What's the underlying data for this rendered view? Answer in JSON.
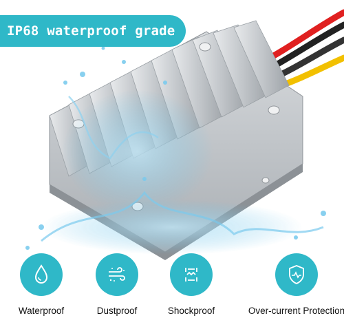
{
  "banner": {
    "title": "IP68  waterproof  grade"
  },
  "colors": {
    "accent": "#2fb8c8",
    "housing": "#c9ccd0",
    "water": "#6cc4ea"
  },
  "wires": [
    "#e02020",
    "#222222",
    "#303030",
    "#f2c000"
  ],
  "features": [
    {
      "label": "Waterproof",
      "icon": "water-drop-icon"
    },
    {
      "label": "Dustproof",
      "icon": "dust-wind-icon"
    },
    {
      "label": "Shockproof",
      "icon": "shock-wave-icon"
    },
    {
      "label": "Over-current Protection",
      "icon": "shield-pulse-icon"
    }
  ]
}
